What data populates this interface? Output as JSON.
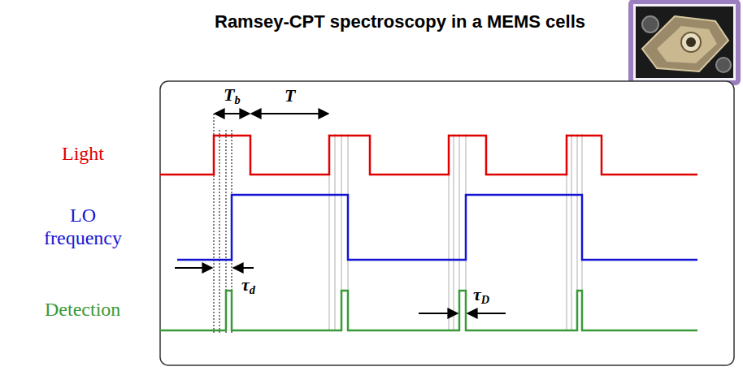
{
  "diagram": {
    "title": "Ramsey-CPT spectroscopy in a MEMS cells",
    "labels": [
      "Light",
      "LO frequency",
      "Detection",
      "Tb",
      "T",
      "τd",
      "τD"
    ]
  }
}
